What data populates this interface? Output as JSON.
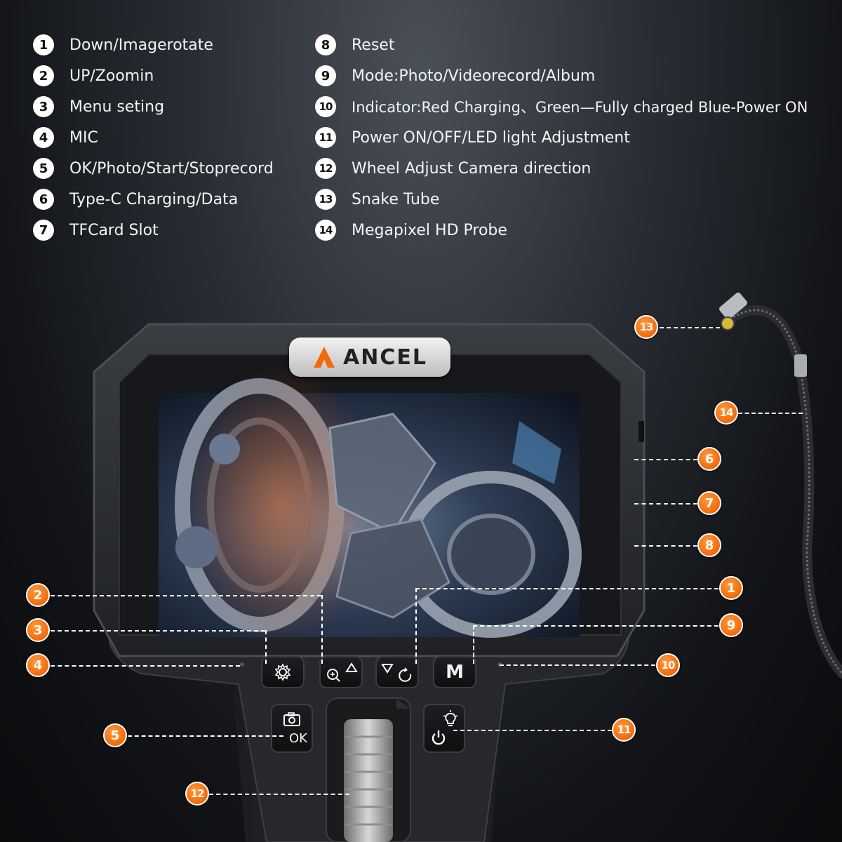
{
  "legend": {
    "left": [
      {
        "num": "1",
        "label": "Down/Imagerotate"
      },
      {
        "num": "2",
        "label": "UP/Zoomin"
      },
      {
        "num": "3",
        "label": "Menu seting"
      },
      {
        "num": "4",
        "label": "MIC"
      },
      {
        "num": "5",
        "label": "OK/Photo/Start/Stoprecord"
      },
      {
        "num": "6",
        "label": "Type-C Charging/Data"
      },
      {
        "num": "7",
        "label": "TFCard Slot"
      }
    ],
    "right": [
      {
        "num": "8",
        "label": "Reset"
      },
      {
        "num": "9",
        "label": "Mode:Photo/Videorecord/Album"
      },
      {
        "num": "10",
        "label": "Indicator:Red Charging、Green—Fully charged Blue-Power ON"
      },
      {
        "num": "11",
        "label": "Power ON/OFF/LED light Adjustment"
      },
      {
        "num": "12",
        "label": "Wheel Adjust Camera direction"
      },
      {
        "num": "13",
        "label": "Snake Tube"
      },
      {
        "num": "14",
        "label": "Megapixel HD Probe"
      }
    ]
  },
  "device": {
    "brand": "ANCEL",
    "ok_label": "OK",
    "mode_label": "M",
    "callouts": {
      "c1": "1",
      "c2": "2",
      "c3": "3",
      "c4": "4",
      "c5": "5",
      "c6": "6",
      "c7": "7",
      "c8": "8",
      "c9": "9",
      "c10": "10",
      "c11": "11",
      "c12": "12",
      "c13": "13",
      "c14": "14"
    }
  },
  "colors": {
    "callout_orange": "#f26a0b",
    "brand_logo_orange": "#f26a0b",
    "device_body": "#2b2d31"
  },
  "icons": [
    "gear-icon",
    "zoom-in-icon",
    "up-triangle-icon",
    "down-triangle-icon",
    "rotate-icon",
    "camera-icon",
    "bulb-icon",
    "power-icon"
  ]
}
